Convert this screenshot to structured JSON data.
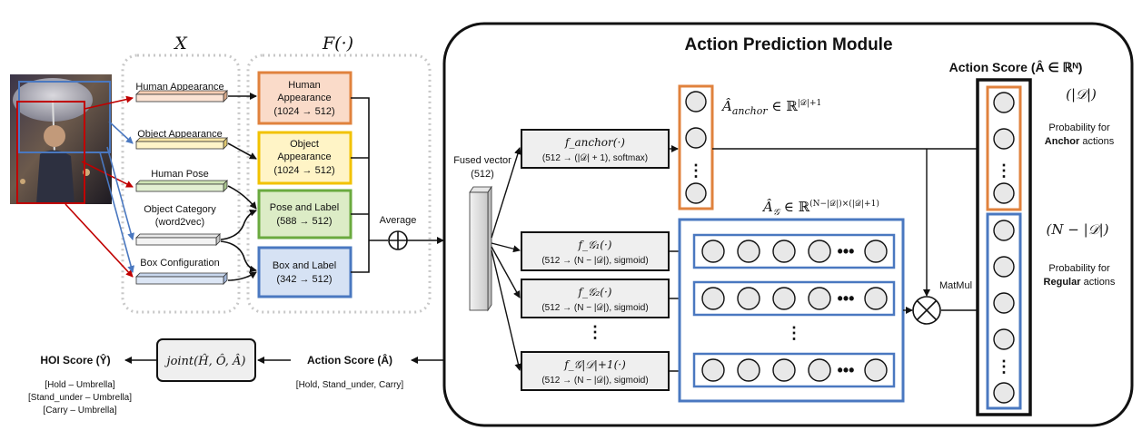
{
  "diagram": {
    "input_labels": {
      "x_symbol": "X",
      "f_symbol": "F(·)",
      "human_appearance": "Human Appearance",
      "object_appearance": "Object Appearance",
      "human_pose": "Human Pose",
      "object_category_line1": "Object Category",
      "object_category_line2": "(word2vec)",
      "box_configuration": "Box Configuration"
    },
    "feature_blocks": [
      {
        "id": "human",
        "line1": "Human",
        "line2": "Appearance",
        "line3": "(1024 → 512)",
        "color": "#e0823d",
        "fill": "#fadbc9"
      },
      {
        "id": "object",
        "line1": "Object",
        "line2": "Appearance",
        "line3": "(1024 → 512)",
        "color": "#f2c200",
        "fill": "#fff4c6"
      },
      {
        "id": "pose",
        "line1": "Pose and Label",
        "line2": "(588 → 512)",
        "color": "#6aaa3f",
        "fill": "#dcecc6"
      },
      {
        "id": "box",
        "line1": "Box and Label",
        "line2": "(342 → 512)",
        "color": "#4a78c0",
        "fill": "#d6e2f4"
      }
    ],
    "average_label": "Average",
    "module": {
      "title": "Action Prediction Module",
      "fused_vector_line1": "Fused vector",
      "fused_vector_line2": "(512)",
      "anchor_func": "f_anchor(·)",
      "anchor_func_detail": "(512 → (|𝒟| + 1), softmax)",
      "group_funcs": [
        {
          "name": "f_𝒢₁(·)",
          "detail": "(512 → (N − |𝒟|), sigmoid)"
        },
        {
          "name": "f_𝒢₂(·)",
          "detail": "(512 → (N − |𝒟|), sigmoid)"
        },
        {
          "name": "f_𝒢|𝒟|+1(·)",
          "detail": "(512 → (N − |𝒟|), sigmoid)"
        }
      ],
      "anchor_output_label": "Â_anchor ∈ ℝ^{|𝒟|+1}",
      "group_output_label": "Â_𝒢 ∈ ℝ^{(N−|𝒟|)×(|𝒟|+1)}",
      "matmul_label": "MatMul",
      "action_score_title": "Action Score (Â ∈ ℝᴺ)",
      "anchor_count": "(|𝒟|)",
      "anchor_prob_line1": "Probability for",
      "anchor_prob_bold": "Anchor",
      "anchor_prob_rest": " actions",
      "regular_count": "(N − |𝒟|)",
      "regular_prob_line1": "Probability for",
      "regular_prob_bold": "Regular",
      "regular_prob_rest": " actions"
    },
    "bottom": {
      "action_score_label": "Action Score (Â)",
      "action_score_values": "[Hold, Stand_under, Carry]",
      "joint_label": "joint(Ĥ, Ô, Â)",
      "hoi_score_label": "HOI Score (Ŷ)",
      "hoi_values": [
        "[Hold – Umbrella]",
        "[Stand_under – Umbrella]",
        "[Carry – Umbrella]"
      ]
    },
    "colors": {
      "human": "#e0823d",
      "object": "#f2c200",
      "pose": "#6aaa3f",
      "box": "#4a78c0",
      "red_arrow": "#c00000",
      "blue_arrow": "#4a78c0"
    }
  }
}
